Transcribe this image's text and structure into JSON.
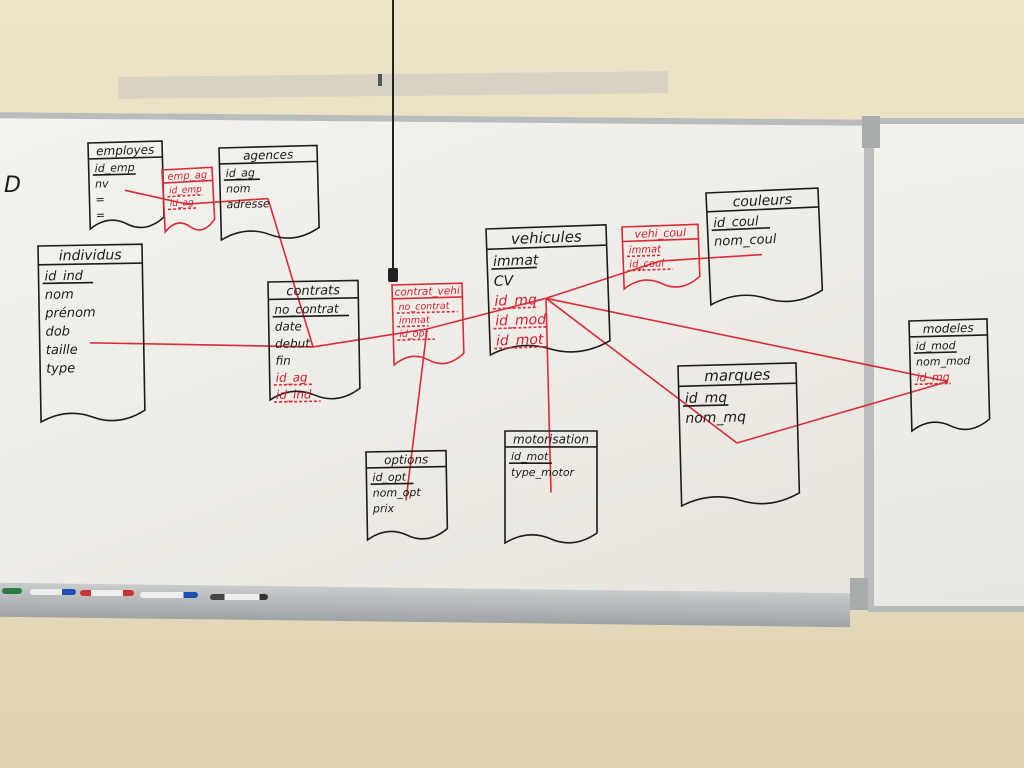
{
  "board_corner_text": "D",
  "entities": [
    {
      "key": "employes",
      "title": "employes",
      "ink": "black",
      "fields": [
        {
          "t": "id_emp",
          "pk": true,
          "c": "black"
        },
        {
          "t": "nv",
          "c": "black"
        },
        {
          "t": "=",
          "c": "black"
        },
        {
          "t": "=",
          "c": "black"
        }
      ]
    },
    {
      "key": "emp_ag",
      "title": "emp_ag",
      "ink": "red",
      "fields": [
        {
          "t": "id_emp",
          "c": "red"
        },
        {
          "t": "id_ag",
          "c": "red"
        }
      ]
    },
    {
      "key": "agences",
      "title": "agences",
      "ink": "black",
      "fields": [
        {
          "t": "id_ag",
          "pk": true,
          "c": "black"
        },
        {
          "t": "nom",
          "c": "black"
        },
        {
          "t": "adresse",
          "c": "black"
        }
      ]
    },
    {
      "key": "individus",
      "title": "individus",
      "ink": "black",
      "fields": [
        {
          "t": "id_ind",
          "pk": true,
          "c": "black"
        },
        {
          "t": "nom",
          "c": "black"
        },
        {
          "t": "prénom",
          "c": "black"
        },
        {
          "t": "dob",
          "c": "black"
        },
        {
          "t": "taille",
          "c": "black"
        },
        {
          "t": "type",
          "c": "black"
        }
      ]
    },
    {
      "key": "contrats",
      "title": "contrats",
      "ink": "black",
      "fields": [
        {
          "t": "no_contrat",
          "pk": true,
          "c": "black"
        },
        {
          "t": "date",
          "c": "black"
        },
        {
          "t": "debut",
          "c": "black"
        },
        {
          "t": "fin",
          "c": "black"
        },
        {
          "t": "id_ag",
          "c": "red"
        },
        {
          "t": "id_ind",
          "c": "red"
        }
      ]
    },
    {
      "key": "contrat_vehi",
      "title": "contrat_vehi",
      "ink": "red",
      "fields": [
        {
          "t": "no_contrat",
          "c": "red"
        },
        {
          "t": "immat",
          "c": "red"
        },
        {
          "t": "id_opt",
          "c": "red"
        }
      ]
    },
    {
      "key": "vehicules",
      "title": "vehicules",
      "ink": "black",
      "fields": [
        {
          "t": "immat",
          "pk": true,
          "c": "black"
        },
        {
          "t": "CV",
          "c": "black"
        },
        {
          "t": "id_mq",
          "c": "red"
        },
        {
          "t": "id_mod",
          "c": "red"
        },
        {
          "t": "id_mot",
          "c": "red"
        }
      ]
    },
    {
      "key": "vehi_coul",
      "title": "vehi_coul",
      "ink": "red",
      "fields": [
        {
          "t": "immat",
          "c": "red"
        },
        {
          "t": "id_coul",
          "c": "red"
        }
      ]
    },
    {
      "key": "couleurs",
      "title": "couleurs",
      "ink": "black",
      "fields": [
        {
          "t": "id_coul",
          "pk": true,
          "c": "black"
        },
        {
          "t": "nom_coul",
          "c": "black"
        }
      ]
    },
    {
      "key": "options",
      "title": "options",
      "ink": "black",
      "fields": [
        {
          "t": "id_opt",
          "pk": true,
          "c": "black"
        },
        {
          "t": "nom_opt",
          "c": "black"
        },
        {
          "t": "prix",
          "c": "black"
        }
      ]
    },
    {
      "key": "motorisation",
      "title": "motorisation",
      "ink": "black",
      "fields": [
        {
          "t": "id_mot",
          "pk": true,
          "c": "black"
        },
        {
          "t": "type_motor",
          "c": "black"
        }
      ]
    },
    {
      "key": "marques",
      "title": "marques",
      "ink": "black",
      "fields": [
        {
          "t": "id_mq",
          "pk": true,
          "c": "black"
        },
        {
          "t": "nom_mq",
          "c": "black"
        }
      ]
    },
    {
      "key": "modeles",
      "title": "modeles",
      "ink": "black",
      "fields": [
        {
          "t": "id_mod",
          "pk": true,
          "c": "black"
        },
        {
          "t": "nom_mod",
          "c": "black"
        },
        {
          "t": "id_mq",
          "c": "red"
        }
      ]
    }
  ],
  "relations": [
    {
      "from": "employes",
      "to": "emp_ag"
    },
    {
      "from": "emp_ag",
      "to": "agences"
    },
    {
      "from": "agences",
      "to": "contrats"
    },
    {
      "from": "individus",
      "to": "contrats"
    },
    {
      "from": "contrats",
      "to": "contrat_vehi"
    },
    {
      "from": "contrat_vehi",
      "to": "vehicules"
    },
    {
      "from": "contrat_vehi",
      "to": "options"
    },
    {
      "from": "vehicules",
      "to": "vehi_coul"
    },
    {
      "from": "vehi_coul",
      "to": "couleurs"
    },
    {
      "from": "vehicules",
      "to": "motorisation"
    },
    {
      "from": "vehicules",
      "to": "marques"
    },
    {
      "from": "vehicules",
      "to": "modeles"
    },
    {
      "from": "marques",
      "to": "modeles"
    }
  ],
  "colors": {
    "black_ink": "#1b1b1b",
    "red_ink": "#d81e2e",
    "board": "#f1efe9",
    "wall": "#e9e0c4",
    "frame": "#b9bcbd"
  }
}
